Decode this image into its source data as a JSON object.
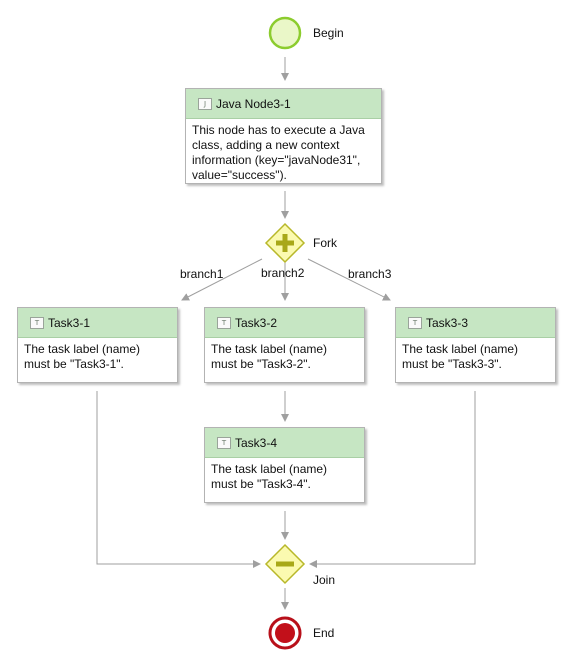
{
  "events": {
    "begin_label": "Begin",
    "end_label": "End",
    "colors": {
      "begin_fill": "#eaf7c8",
      "begin_stroke": "#8ccc2e",
      "end_fill": "#c2101a",
      "end_stroke": "#b8101a"
    }
  },
  "gateways": {
    "fork_label": "Fork",
    "join_label": "Join",
    "colors": {
      "fill": "#fbfab0",
      "stroke": "#b8b82a",
      "symbol": "#a8a818"
    }
  },
  "branches": [
    "branch1",
    "branch2",
    "branch3"
  ],
  "nodes": {
    "java": {
      "title": "Java Node3-1",
      "icon": "J",
      "body": [
        "This node has to execute a Java",
        "class, adding a new context",
        "information (key=\"javaNode31\",",
        "value=\"success\")."
      ]
    },
    "task1": {
      "title": "Task3-1",
      "icon": "T",
      "body": [
        "The task label (name)",
        "must be \"Task3-1\"."
      ]
    },
    "task2": {
      "title": "Task3-2",
      "icon": "T",
      "body": [
        "The task label (name)",
        "must be \"Task3-2\"."
      ]
    },
    "task3": {
      "title": "Task3-3",
      "icon": "T",
      "body": [
        "The task label (name)",
        "must be \"Task3-3\"."
      ]
    },
    "task4": {
      "title": "Task3-4",
      "icon": "T",
      "body": [
        "The task label (name)",
        "must be \"Task3-4\"."
      ]
    }
  },
  "colors": {
    "header": "#c6e6c3",
    "connector": "#9f9f9f"
  }
}
